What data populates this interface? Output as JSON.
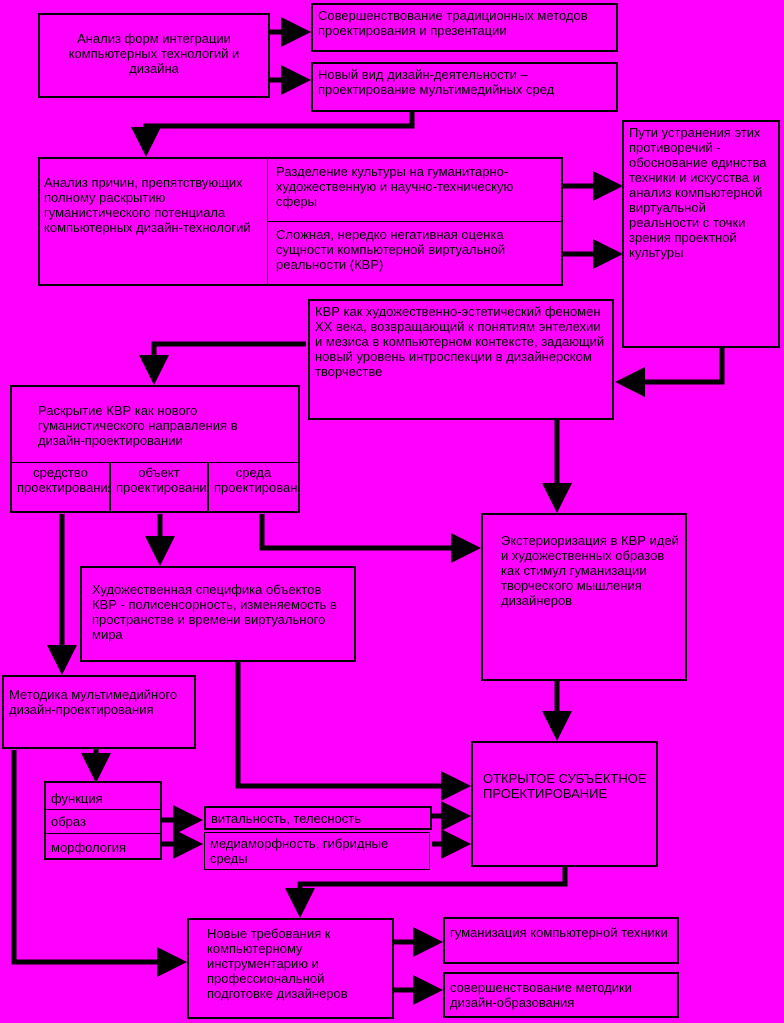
{
  "boxes": {
    "b1": "Анализ форм интеграции компьютерных технологий и дизайна",
    "b2": "Совершенствование традиционных методов проектирования и презентации",
    "b3": "Новый вид дизайн-деятельности – проектирование мультимедийных сред",
    "b4": "Анализ причин, препятствующих полному раскрытию гуманистического потенциала компьютерных дизайн-технологий",
    "b5": "Разделение культуры на гуманитарно-художественную и научно-техническую сферы",
    "b6": "Сложная, нередко негативная оценка сущности компьютерной виртуальной реальности (КВР)",
    "b7": "Пути устранения этих противоречий - обоснование единства техники и искусства и анализ компьютерной виртуальной реальности с точки зрения проектной культуры",
    "b8": "КВР как художественно-эстетический феномен ХХ века, возвращающий к понятиям энтелехии и мезиса в компьютерном контексте, задающий новый уровень интроспекции в дизайнерском творчестве",
    "b9": "Раскрытие КВР как нового гуманистического направления в дизайн-проектировании",
    "b9a": "средство проектирования",
    "b9b": "объект проектирования",
    "b9c": "среда проектирования",
    "b10": "Экстериоризация в КВР идей и художественных образов как стимул гуманизации творческого мышления дизайнеров",
    "b11": "Художественная специфика объектов КВР - полисенсорность, изменяемость в пространстве и времени виртуального мира",
    "b12": "Методика мультимедийного дизайн-проектирования",
    "b13a": "функция",
    "b13b": "образ",
    "b13c": "морфология",
    "b14": "витальность, телесность",
    "b15": "медиаморфность, гибридные среды",
    "b16": "ОТКРЫТОЕ СУБЪЕКТНОЕ ПРОЕКТИРОВАНИЕ",
    "b17": "Новые требования к компьютерному инструментарию и профессиональной подготовке дизайнеров",
    "b18": "гуманизация компьютерной техники",
    "b19": "совершенствование методики дизайн-образования"
  }
}
